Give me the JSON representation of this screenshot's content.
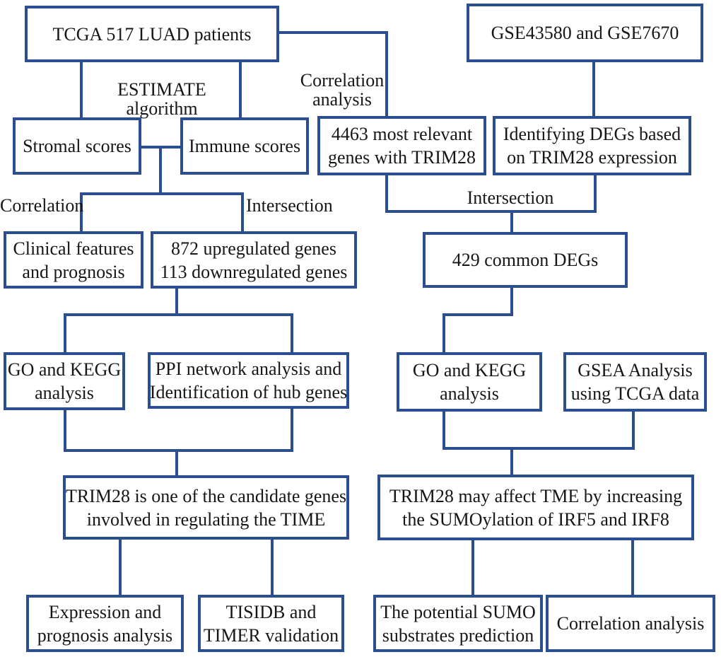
{
  "figure": {
    "description": "Study workflow flowchart for TRIM28 analysis in LUAD (TCGA and GEO datasets)"
  },
  "colors": {
    "border": "#2b4e93",
    "text": "#161616",
    "background": "#ffffff"
  },
  "nodes": {
    "tcga": {
      "lines": [
        "TCGA 517 LUAD patients"
      ]
    },
    "gse": {
      "lines": [
        "GSE43580 and GSE7670"
      ]
    },
    "stromal": {
      "lines": [
        "Stromal scores"
      ]
    },
    "immune": {
      "lines": [
        "Immune scores"
      ]
    },
    "relevant": {
      "lines": [
        "4463 most relevant",
        "genes with TRIM28"
      ]
    },
    "degs_id": {
      "lines": [
        "Identifying DEGs based",
        "on TRIM28 expression"
      ]
    },
    "clinical": {
      "lines": [
        "Clinical features",
        "and prognosis"
      ]
    },
    "updown": {
      "lines": [
        "872 upregulated genes",
        "113 downregulated genes"
      ]
    },
    "common_degs": {
      "lines": [
        "429 common DEGs"
      ]
    },
    "gokegg_left": {
      "lines": [
        "GO and KEGG",
        "analysis"
      ]
    },
    "ppi": {
      "lines": [
        "PPI network analysis and",
        "Identification of hub genes"
      ]
    },
    "gokegg_right": {
      "lines": [
        "GO and KEGG",
        "analysis"
      ]
    },
    "gsea": {
      "lines": [
        "GSEA Analysis",
        "using TCGA data"
      ]
    },
    "time_candidate": {
      "lines": [
        "TRIM28 is one of the candidate genes",
        "involved in regulating the TIME"
      ]
    },
    "tme_sumo": {
      "lines": [
        "TRIM28 may affect TME by increasing",
        "the SUMOylation of IRF5 and IRF8"
      ]
    },
    "expression": {
      "lines": [
        "Expression and",
        "prognosis analysis"
      ]
    },
    "tisidb": {
      "lines": [
        "TISIDB and",
        "TIMER validation"
      ]
    },
    "sumo_pred": {
      "lines": [
        "The potential SUMO",
        "substrates prediction"
      ]
    },
    "corr_final": {
      "lines": [
        "Correlation analysis"
      ]
    }
  },
  "labels": {
    "estimate": "ESTIMATE algorithm",
    "correlation_top_1": "Correlation",
    "correlation_top_2": "analysis",
    "correlation_left": "Correlation",
    "intersection_left": "Intersection",
    "intersection_right": "Intersection"
  }
}
